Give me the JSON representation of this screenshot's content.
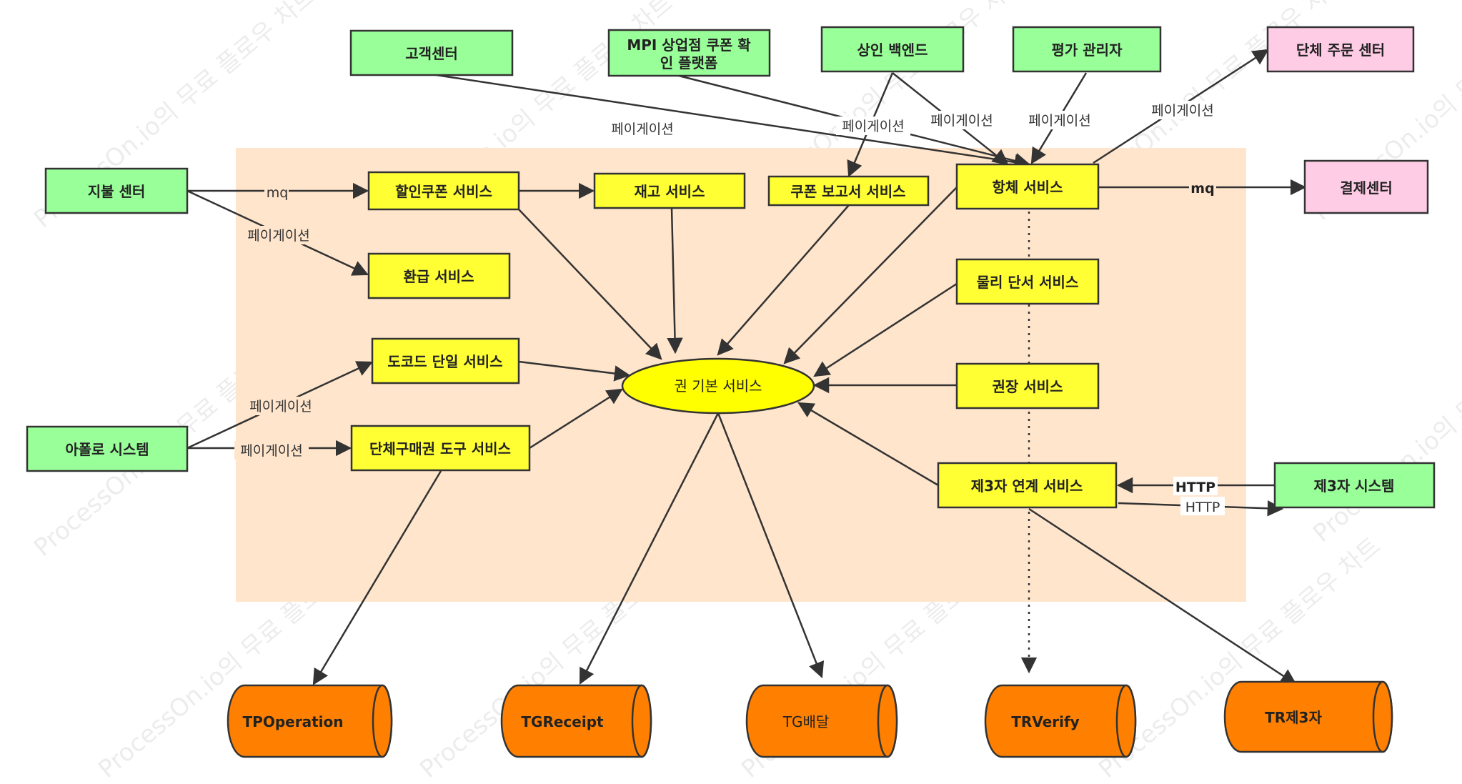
{
  "watermark": "ProcessOn.io의 무료 플로우 차트",
  "colors": {
    "green": "#99FF99",
    "yellow": "#FFFF33",
    "pink": "#FFCCE6",
    "orange": "#FF8000",
    "region": "#FFE5CC",
    "stroke": "#333333"
  },
  "nodes": {
    "customer_center": "고객센터",
    "mpi_platform_l1": "MPI 상업점 쿠폰 확",
    "mpi_platform_l2": "인 플랫폼",
    "merchant_backend": "상인 백엔드",
    "review_admin": "평가 관리자",
    "group_order_center": "단체 주문 센터",
    "payment_center": "결제센터",
    "billing_center": "지불 센터",
    "apollo_system": "아폴로 시스템",
    "third_party_system": "제3자 시스템",
    "discount_coupon_service": "할인쿠폰 서비스",
    "inventory_service": "재고 서비스",
    "coupon_report_service": "쿠폰 보고서 서비스",
    "redemption_service": "항체 서비스",
    "refund_service": "환급 서비스",
    "physical_voucher_service": "물리 단서 서비스",
    "code_single_service": "도코드 단일 서비스",
    "recommend_service": "권장 서비스",
    "group_voucher_tool_service": "단체구매권 도구 서비스",
    "third_party_link_service": "제3자 연계 서비스",
    "voucher_base_service": "권 기본 서비스"
  },
  "databases": {
    "tp_operation": "TPOperation",
    "tg_receipt": "TGReceipt",
    "tg_delivery": "TG배달",
    "tr_verify": "TRVerify",
    "tr_third_party": "TR제3자"
  },
  "edge_labels": {
    "pagination": "페이게이션",
    "mq": "mq",
    "http": "HTTP"
  }
}
